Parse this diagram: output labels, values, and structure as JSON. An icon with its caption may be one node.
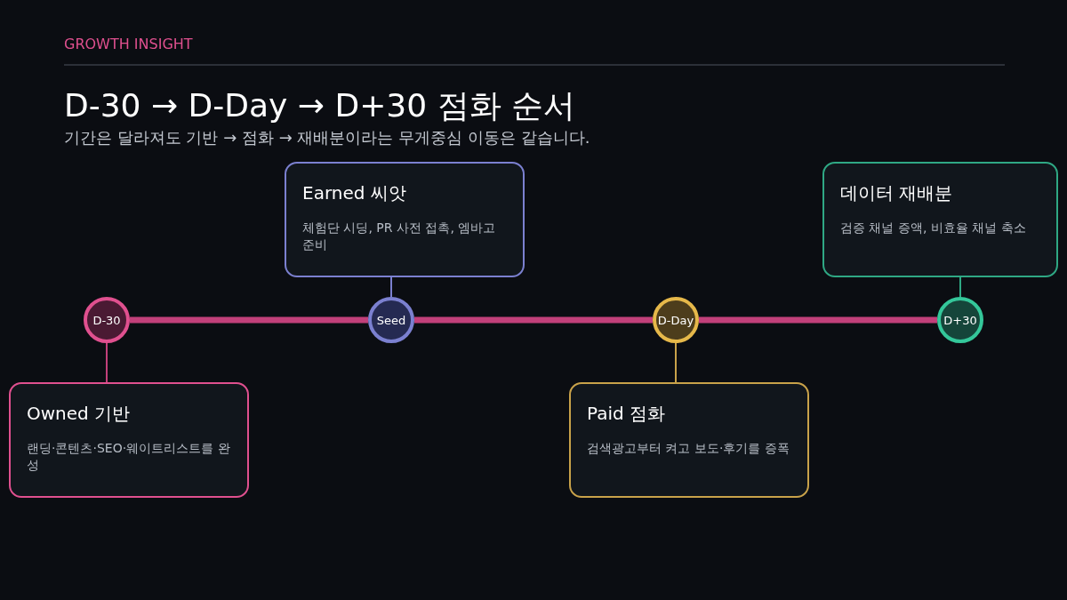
{
  "diagram": {
    "title": "D-30 → D-Day → D+30 점화 순서",
    "nodes": [
      {
        "text": [
          "D-30"
        ]
      },
      {
        "text": [
          "Owned 기반",
          "랜딩·콘텐츠·SEO·웨이트리스트를 완성"
        ]
      },
      {
        "text": [
          "Seed"
        ]
      },
      {
        "text": [
          "Earned 씨앗",
          "체험단 시딩, PR 사전 접촉, 엠바고 준비"
        ]
      },
      {
        "text": [
          "D-Day"
        ]
      },
      {
        "text": [
          "Paid 점화",
          "검색광고부터 켜고 보도·후기를 증폭"
        ]
      },
      {
        "text": [
          "D+30"
        ]
      },
      {
        "text": [
          "데이터 재배분",
          "검증 채널 증액, 비효율 채널 축소"
        ]
      }
    ],
    "edges": [
      {
        "from": 0,
        "to": 2,
        "arrow": "none",
        "style": "thick"
      },
      {
        "from": 2,
        "to": 4,
        "arrow": "none",
        "style": "thick"
      },
      {
        "from": 4,
        "to": 6,
        "arrow": "none",
        "style": "thick"
      },
      {
        "from": 0,
        "to": 1,
        "arrow": "none"
      },
      {
        "from": 2,
        "to": 3,
        "arrow": "none",
        "color": "#7b80d0"
      },
      {
        "from": 4,
        "to": 5,
        "arrow": "none",
        "color": "#c9a24a"
      },
      {
        "from": 6,
        "to": 7,
        "arrow": "none",
        "color": "#2fa884"
      }
    ],
    "labels": [
      "GROWTH INSIGHT",
      "기간은 달라져도 기반 → 점화 → 재배분이라는 무게중심 이동은 같습니다."
    ]
  }
}
